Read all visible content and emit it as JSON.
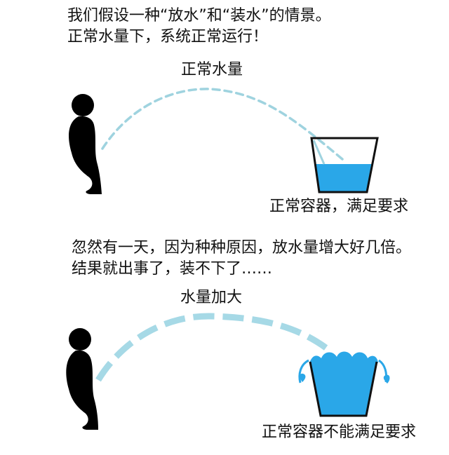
{
  "intro": {
    "line1": "我们假设一种“放水”和“装水”的情景。",
    "line2": "正常水量下，系统正常运行！"
  },
  "scene_normal": {
    "flow_label": "正常水量",
    "container_caption": "正常容器，满足要求"
  },
  "story": {
    "line1": "忽然有一天，因为种种原因，放水量增大好几倍。",
    "line2": "结果就出事了，装不下了……"
  },
  "scene_overflow": {
    "flow_label": "水量加大",
    "container_caption": "正常容器不能满足要求"
  },
  "colors": {
    "water_normal": "#9fd3df",
    "water_heavy": "#a6d9e6",
    "water_fill": "#2aa7e8",
    "outline": "#111111",
    "person": "#000000"
  }
}
